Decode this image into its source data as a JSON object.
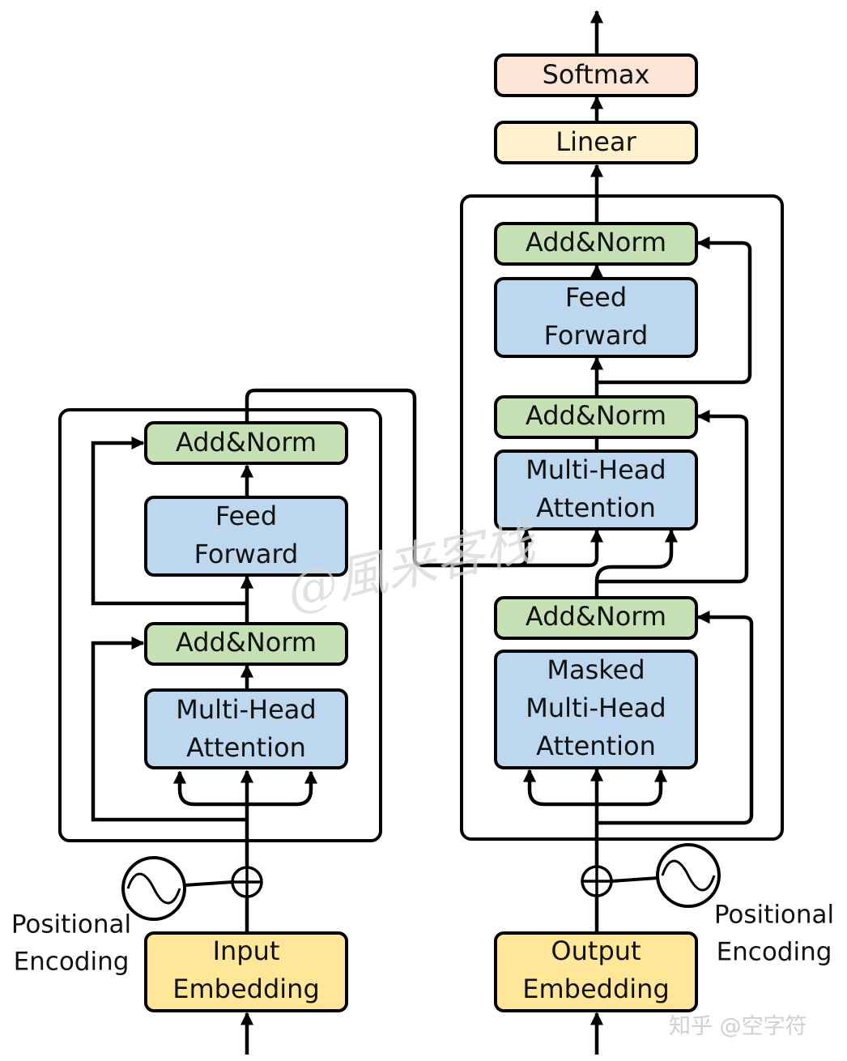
{
  "colors": {
    "addnorm_fill": "#c5e0b4",
    "attention_fill": "#bdd7ee",
    "embedding_fill": "#ffe699",
    "linear_fill": "#fff2cc",
    "softmax_fill": "#fbe5d6",
    "stroke": "#000000"
  },
  "encoder": {
    "add_norm_top": "Add&Norm",
    "feed_forward": [
      "Feed",
      "Forward"
    ],
    "add_norm_bottom": "Add&Norm",
    "multi_head_attention": [
      "Multi-Head",
      "Attention"
    ],
    "embedding": [
      "Input",
      "Embedding"
    ],
    "positional_encoding": [
      "Positional",
      "Encoding"
    ]
  },
  "decoder": {
    "softmax": "Softmax",
    "linear": "Linear",
    "add_norm_top": "Add&Norm",
    "feed_forward": [
      "Feed",
      "Forward"
    ],
    "add_norm_middle": "Add&Norm",
    "multi_head_attention": [
      "Multi-Head",
      "Attention"
    ],
    "add_norm_bottom": "Add&Norm",
    "masked_attention": [
      "Masked",
      "Multi-Head",
      "Attention"
    ],
    "embedding": [
      "Output",
      "Embedding"
    ],
    "positional_encoding": [
      "Positional",
      "Encoding"
    ]
  },
  "watermark": {
    "handwritten": "@風来客栈",
    "brand": "知乎 @空字符"
  },
  "icons": {
    "adder": "circled-plus-icon",
    "sine_wave": "sine-wave-icon",
    "arrow": "arrowhead-icon"
  }
}
